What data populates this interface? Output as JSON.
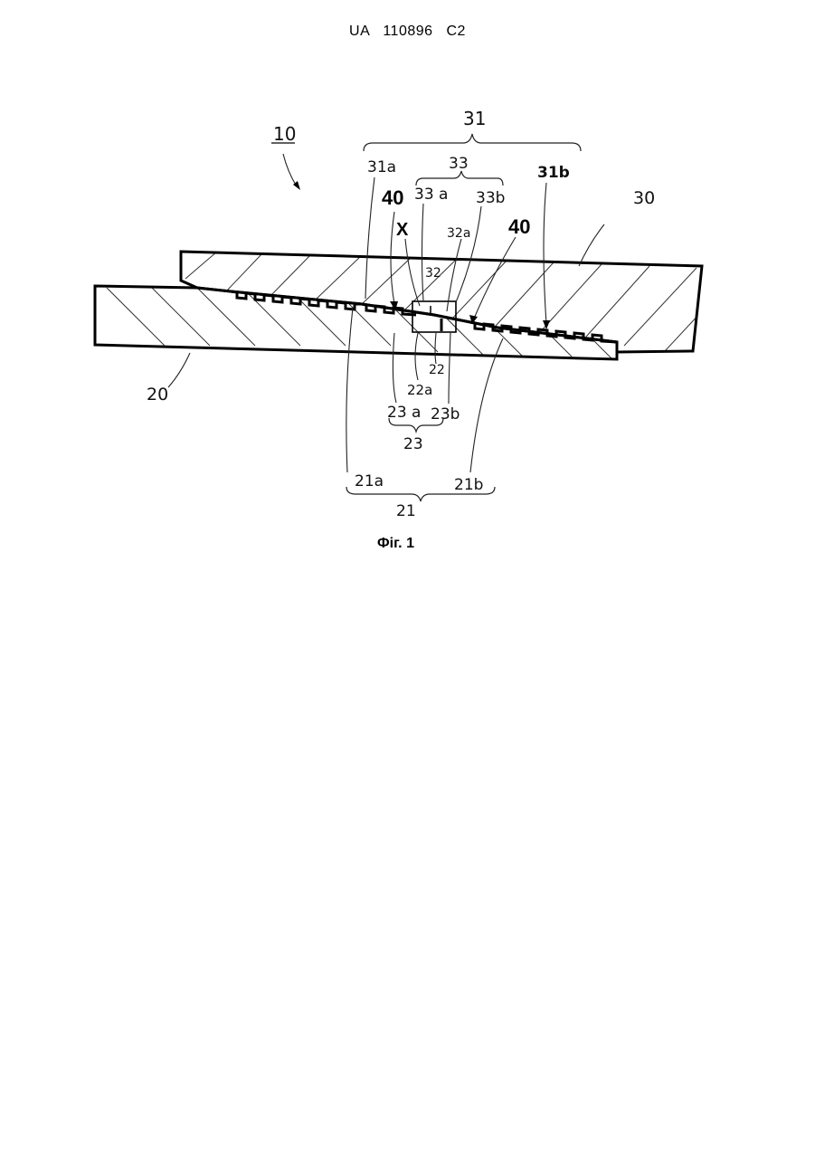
{
  "header": {
    "doc": "UA",
    "number": "110896",
    "kind": "C2"
  },
  "figure": {
    "caption": "Фіг. 1"
  },
  "labels": {
    "l10": "10",
    "l20": "20",
    "l30": "30",
    "l31": "31",
    "l31a": "31a",
    "l31b": "31b",
    "l33": "33",
    "l33a": "33 a",
    "l33b": "33b",
    "l40a": "40",
    "l40b": "40",
    "lX": "X",
    "l32": "32",
    "l32a": "32a",
    "l22": "22",
    "l22a": "22a",
    "l23a": "23 a",
    "l23b": "23b",
    "l23": "23",
    "l21a": "21a",
    "l21b": "21b",
    "l21": "21"
  }
}
